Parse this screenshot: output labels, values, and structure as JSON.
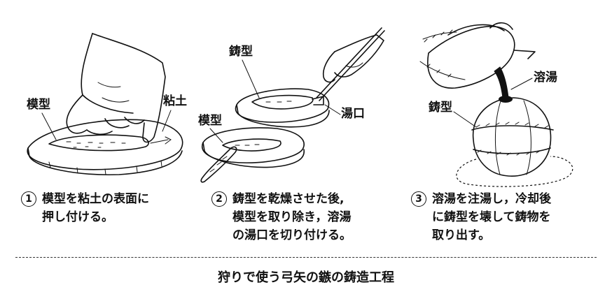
{
  "labels": {
    "mokei_1": "模型",
    "nendo": "粘土",
    "igata_2": "鋳型",
    "mokei_2": "模型",
    "yuguchi": "湯口",
    "youtou": "溶湯",
    "igata_3": "鋳型"
  },
  "steps": [
    {
      "num": "1",
      "lines": [
        "模型を粘土の表面に",
        "押し付ける。"
      ]
    },
    {
      "num": "2",
      "lines": [
        "鋳型を乾燥させた後,",
        "模型を取り除き，溶湯",
        "の湯口を切り付ける。"
      ]
    },
    {
      "num": "3",
      "lines": [
        "溶湯を注湯し，冷却後",
        "に鋳型を壊して鋳物を",
        "取り出す。"
      ]
    }
  ],
  "caption": "狩りで使う弓矢の鏃の鋳造工程"
}
